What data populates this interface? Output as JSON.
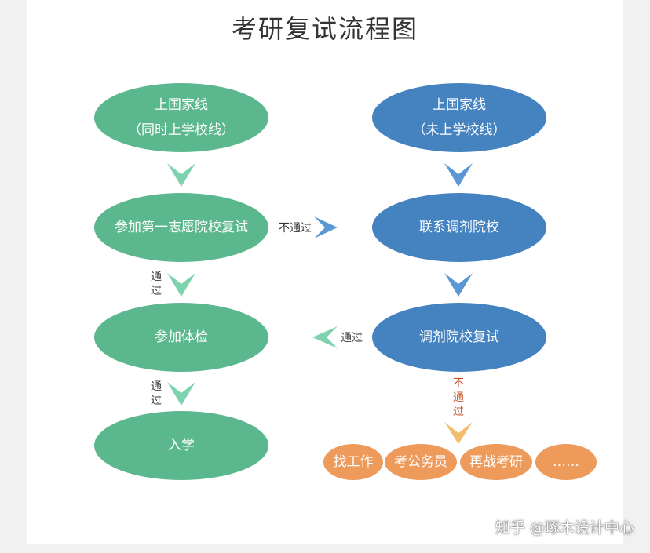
{
  "title": "考研复试流程图",
  "nodes": {
    "national_line_school": {
      "line1": "上国家线",
      "line2": "（同时上学校线）"
    },
    "first_choice_retest": "参加第一志愿院校复试",
    "physical_exam": "参加体检",
    "enroll": "入学",
    "national_line_no_school": {
      "line1": "上国家线",
      "line2": "（未上学校线）"
    },
    "contact_adjust": "联系调剂院校",
    "adjust_retest": "调剂院校复试",
    "outcomes": [
      "找工作",
      "考公务员",
      "再战考研",
      "……"
    ]
  },
  "labels": {
    "pass": "通过",
    "fail": "不通过"
  },
  "colors": {
    "green": "#5bb78d",
    "blue": "#4482c0",
    "orange": "#ee9a5a",
    "arrow_green": "#7fd2ae",
    "arrow_blue": "#5b97d4",
    "arrow_orange": "#f2be6c"
  },
  "watermark": "知乎 @琢木设计中心"
}
